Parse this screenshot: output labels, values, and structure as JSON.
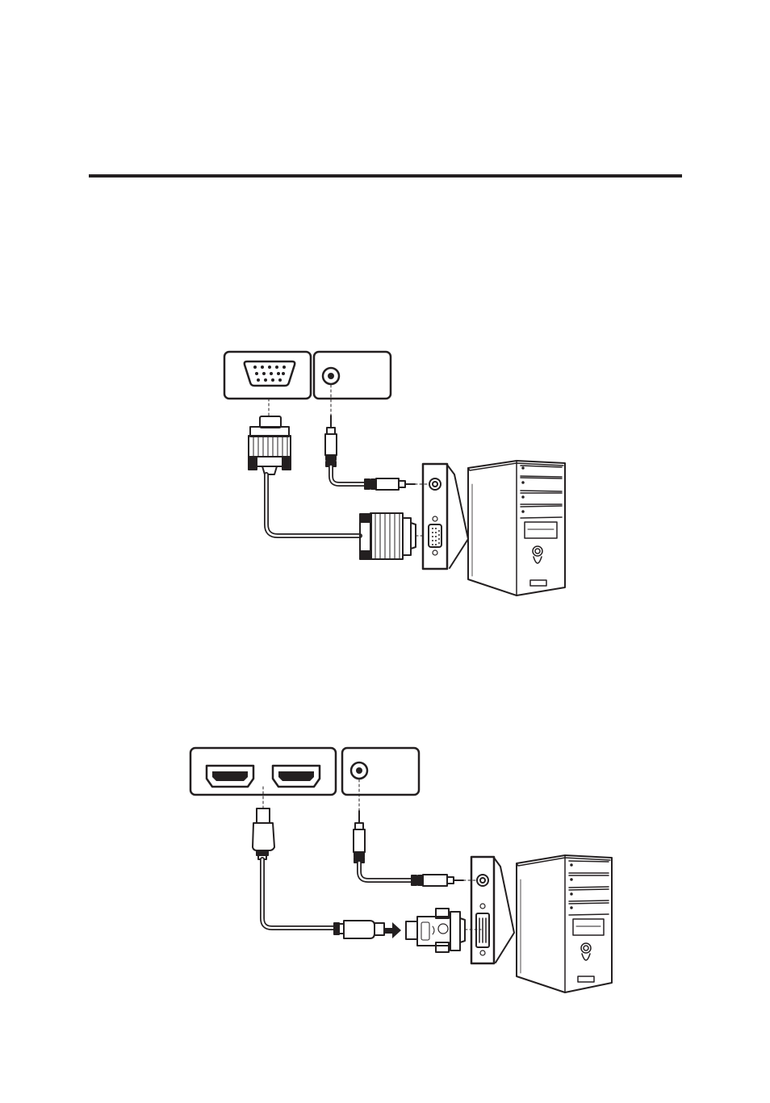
{
  "page": {
    "background": "#ffffff",
    "ink": "#231f20"
  },
  "diagrams": [
    {
      "id": "vga-connection",
      "monitor_ports": [
        "vga-in-port-icon",
        "audio-in-jack-icon"
      ],
      "cables": [
        "vga-cable",
        "audio-cable"
      ],
      "computer_ports": [
        "audio-out-jack-icon",
        "vga-out-port-icon"
      ],
      "device": "desktop-tower-pc-icon"
    },
    {
      "id": "hdmi-dvi-connection",
      "monitor_ports": [
        "hdmi-port-1-icon",
        "hdmi-port-2-icon",
        "audio-in-jack-icon"
      ],
      "cables": [
        "hdmi-cable",
        "audio-cable"
      ],
      "adapter": "hdmi-to-dvi-adapter-icon",
      "computer_ports": [
        "audio-out-jack-icon",
        "dvi-out-port-icon"
      ],
      "device": "desktop-tower-pc-icon"
    }
  ]
}
